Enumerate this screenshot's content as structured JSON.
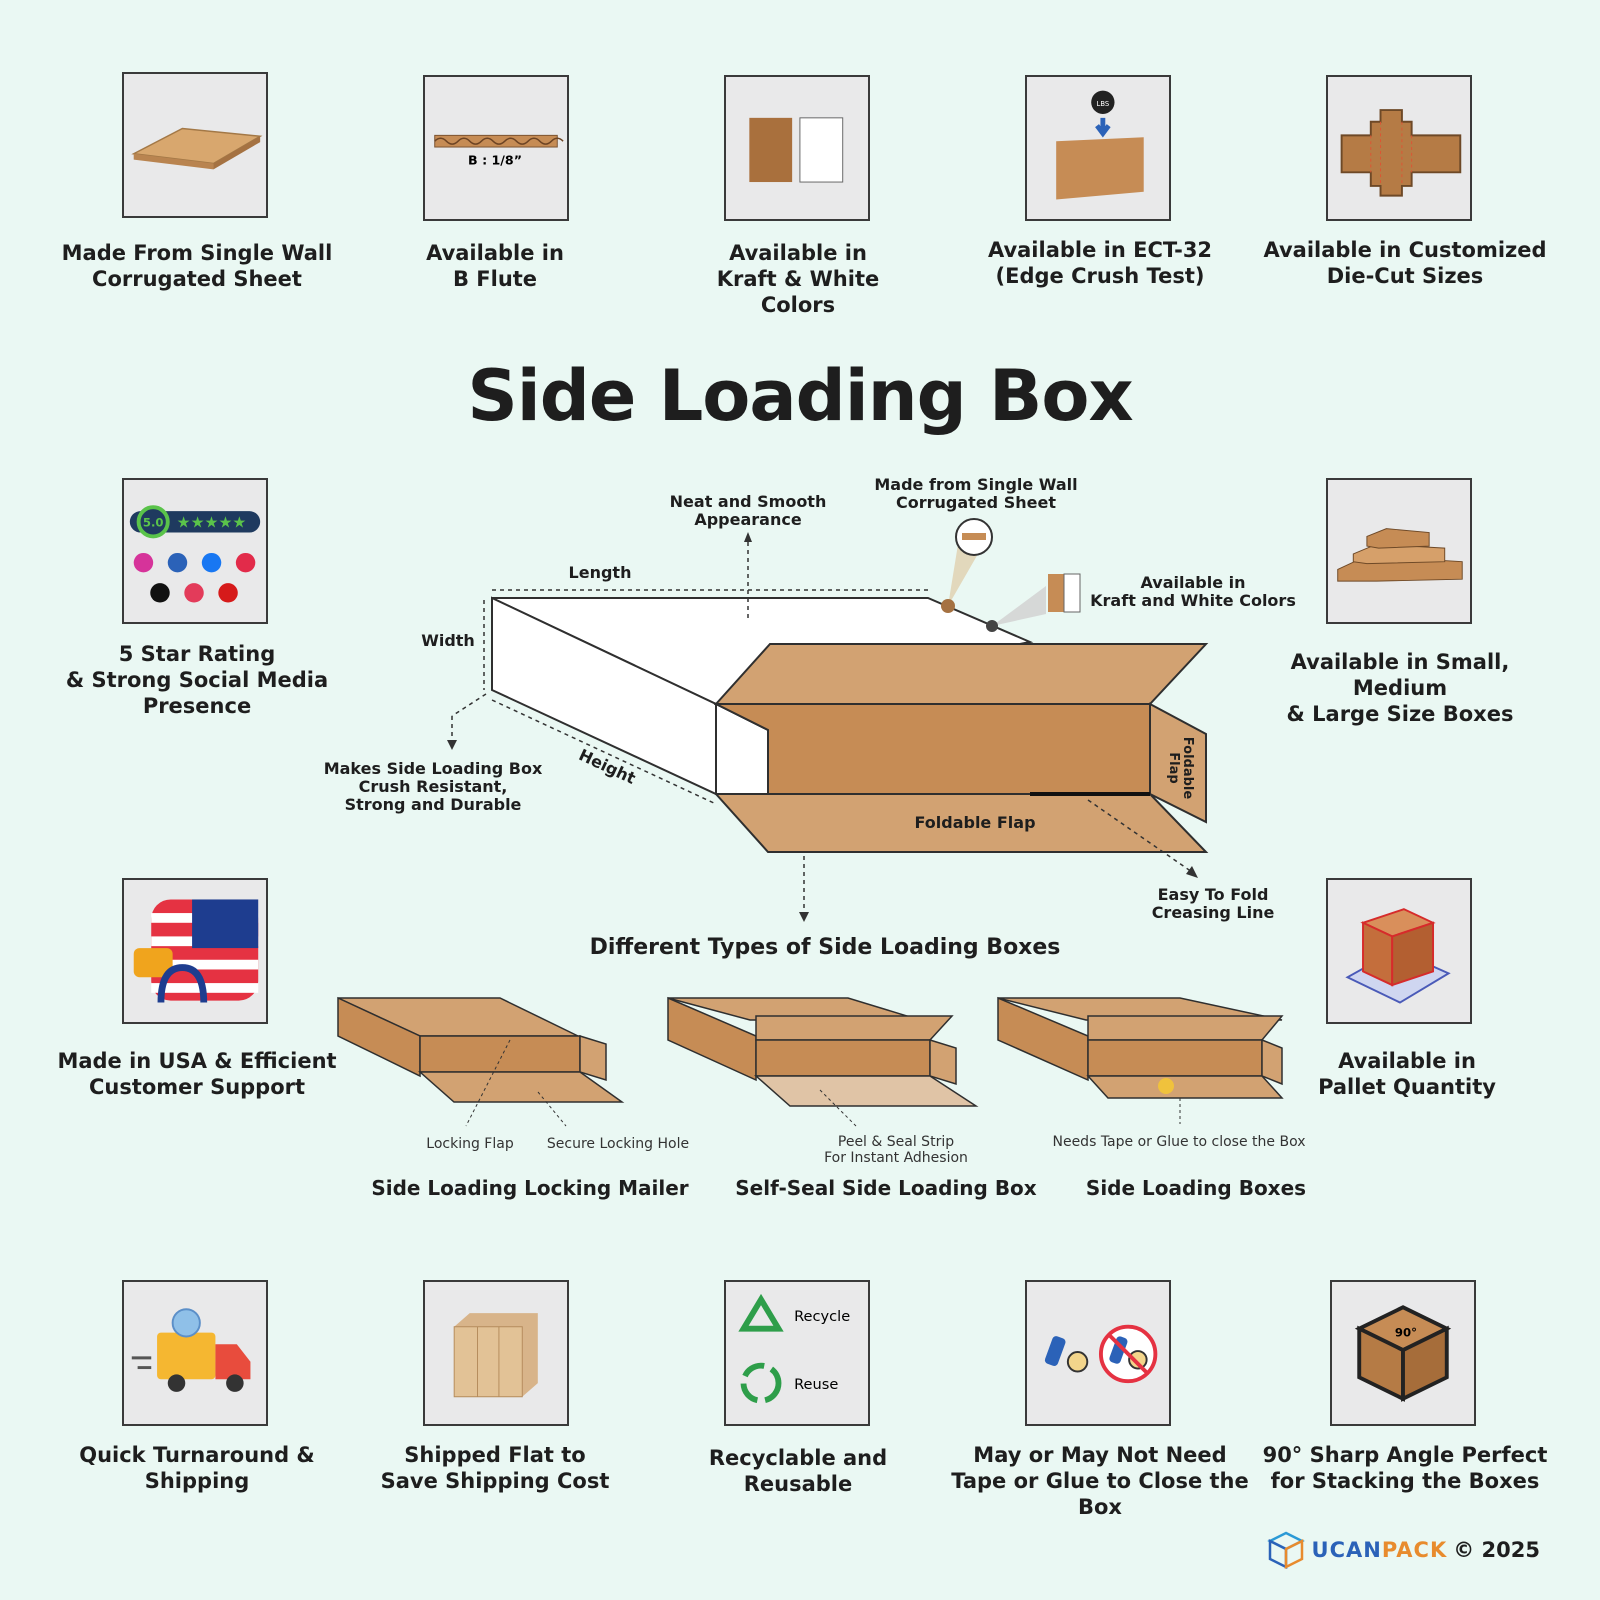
{
  "title": "Side Loading Box",
  "features": {
    "single_wall": "Made From Single Wall\nCorrugated Sheet",
    "b_flute": "Available in\nB Flute",
    "colors": "Available in\nKraft & White\nColors",
    "ect": "Available in ECT-32\n(Edge Crush Test)",
    "die_cut": "Available in Customized\nDie-Cut Sizes",
    "rating": "5 Star Rating\n& Strong Social Media\nPresence",
    "sizes": "Available in Small, Medium\n& Large Size Boxes",
    "usa": "Made in USA & Efficient\nCustomer Support",
    "pallet": "Available in\nPallet Quantity",
    "turnaround": "Quick Turnaround &\nShipping",
    "flat": "Shipped Flat to\nSave Shipping Cost",
    "recyclable": "Recyclable and\nReusable",
    "tape": "May or May Not Need\nTape or Glue to Close the Box",
    "angle": "90° Sharp Angle Perfect\nfor Stacking the Boxes"
  },
  "icon_text": {
    "flute": "B : 1/8”",
    "weight": "LBS",
    "rating": "5.0",
    "stars": "★★★★★",
    "recycle": "Recycle",
    "reuse": "Reuse",
    "angle": "90°"
  },
  "diagram": {
    "neat": "Neat and Smooth\nAppearance",
    "made_from": "Made from Single Wall\nCorrugated Sheet",
    "kraft_white": "Available in\nKraft and White Colors",
    "length": "Length",
    "width": "Width",
    "height": "Height",
    "crush": "Makes Side Loading Box\nCrush Resistant,\nStrong and Durable",
    "foldable_flap": "Foldable Flap",
    "foldable_flap_side": "Foldable\nFlap",
    "crease": "Easy To Fold\nCreasing Line"
  },
  "types": {
    "heading": "Different Types of Side Loading Boxes",
    "items": [
      {
        "name": "Side Loading Locking Mailer",
        "note1": "Locking Flap",
        "note2": "Secure Locking Hole"
      },
      {
        "name": "Self-Seal Side Loading Box",
        "note1": "Peel & Seal Strip\nFor Instant Adhesion"
      },
      {
        "name": "Side Loading Boxes",
        "note1": "Needs Tape or Glue to close the Box"
      }
    ]
  },
  "brand": {
    "name_a": "UCAN",
    "name_b": "PACK",
    "copyright": "© 2025"
  },
  "colors": {
    "kraft": "#c68c55",
    "kraft_light": "#d2a272",
    "outline": "#2f2f2f",
    "background": "#eaf8f3",
    "tile": "#e9e9ea"
  }
}
